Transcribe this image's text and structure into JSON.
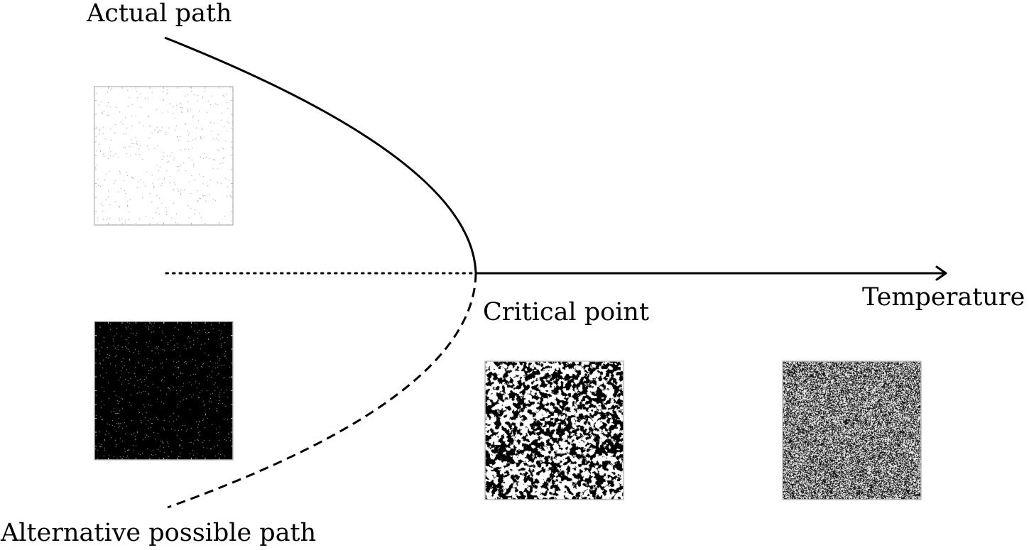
{
  "labels": {
    "actual_path": "Actual path",
    "alternative_path": "Alternative possible path",
    "critical_point": "Critical point",
    "temperature_axis": "Temperature"
  },
  "colors": {
    "ink": "#000000",
    "frame": "#bdbdbd",
    "background": "#ffffff"
  },
  "lattices": [
    {
      "name": "ordered-up-lattice",
      "description_key": "mostly-white",
      "dark_fraction": 0.01
    },
    {
      "name": "ordered-down-lattice",
      "description_key": "mostly-black",
      "dark_fraction": 0.985
    },
    {
      "name": "critical-lattice",
      "description_key": "clustered",
      "dark_fraction": 0.5
    },
    {
      "name": "disordered-lattice",
      "description_key": "random",
      "dark_fraction": 0.5
    }
  ],
  "curves": {
    "actual_path_style": "solid",
    "alternative_path_style": "dashed",
    "zero_line_below_critical_style": "dotted",
    "temperature_axis_style": "solid-arrow"
  }
}
